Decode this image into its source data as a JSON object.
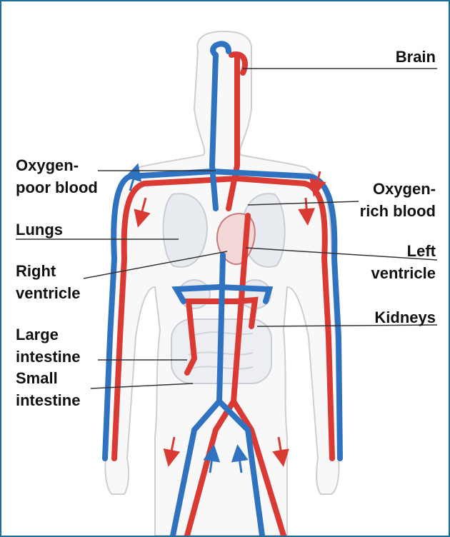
{
  "labels": {
    "brain": "Brain",
    "oxygen_poor": [
      "Oxygen-",
      "poor blood"
    ],
    "oxygen_rich": [
      "Oxygen-",
      "rich blood"
    ],
    "lungs": "Lungs",
    "right_ventricle": [
      "Right",
      "ventricle"
    ],
    "left_ventricle": [
      "Left",
      "ventricle"
    ],
    "kidneys": "Kidneys",
    "large_intestine": [
      "Large",
      "intestine"
    ],
    "small_intestine": [
      "Small",
      "intestine"
    ]
  },
  "colors": {
    "frame_border": "#1f6e95",
    "oxygen_rich_vessel": "#d93a34",
    "oxygen_poor_vessel": "#2f72c0",
    "body_outline": "#c8c8c8",
    "organ_fill": "#e8ebf0"
  },
  "icons": [
    "flow-arrow-icon"
  ]
}
